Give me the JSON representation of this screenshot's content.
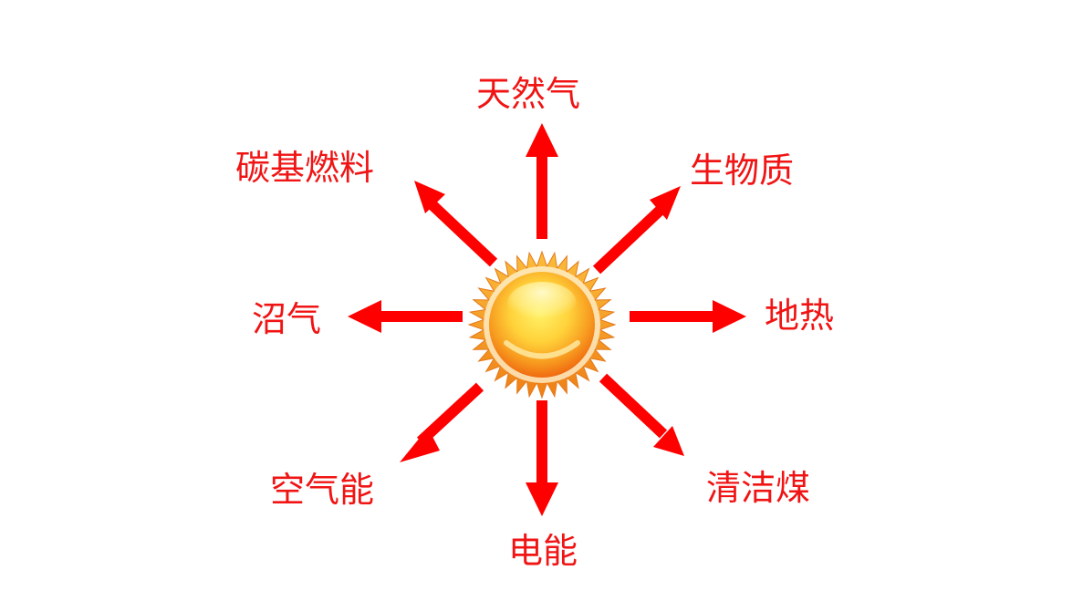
{
  "diagram": {
    "center": "sun-icon",
    "accent_color": "#f01414",
    "sun_colors": {
      "rays": "#f39a1c",
      "core_inner": "#fff36a",
      "core_outer": "#f06a10"
    },
    "labels": {
      "top": "天然气",
      "top_left": "碳基燃料",
      "top_right": "生物质",
      "left": "沼气",
      "right": "地热",
      "bottom_left": "空气能",
      "bottom_right": "清洁煤",
      "bottom": "电能"
    }
  }
}
